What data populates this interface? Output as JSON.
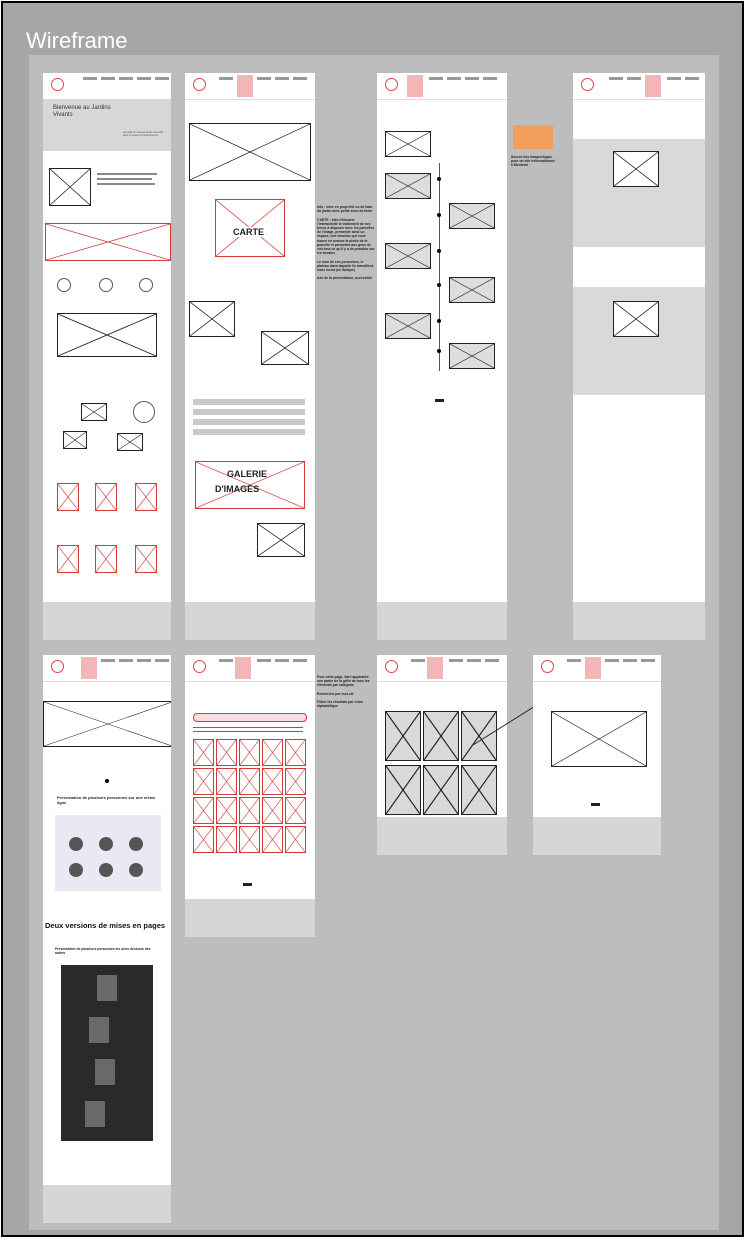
{
  "page": {
    "title": "Wireframe"
  },
  "boards": {
    "home": {
      "hero_title": "Bienvenue au Jardins Vivants",
      "hero_text": "Accueillir un nouveau jardin ensemble dans le respect de la biodiversité"
    },
    "carte": {
      "map_label": "CARTE"
    },
    "gallery": {
      "label_line1": "GALERIE",
      "label_line2": "D'IMAGES"
    },
    "profiles": {
      "heading": "Présentation de plusieurs personnes sur une même ligne",
      "section_title": "Deux versions de mises en pages",
      "subheading": "Présentation de plusieurs personnes les unes dessous des autres"
    }
  },
  "notes": {
    "note1": "Info : mise en propriété vu de haut du jardin avec petite zone de texte\n\nCARTE : Idée d'illustrer l'interactivité le traitement de ses terres à disposer avec les parcelles de l'image, présenter ainsi un espace, une fonction qui vous donne en avance la photo de la parcelle et permettra aux gens de voir tout ce qu'il y a de possible sur les terrains\n\nLe nom de ces personnes, le plateau dans laquelle ils travaillent, nous inclut (en italique)\n\nAxe de la présentation, accessible",
    "note2": "Source des images/logos pour un site informationnel à Montréal",
    "note3": "Pour cette page, faire apparaître une partie de la grille de tous les éléments par catégorie\n\nRecherche par mot-clé\n\nFiltrer les résultats par ordre alphabétique"
  },
  "icons": [
    "logo-icon",
    "image-placeholder-icon",
    "more-dots-icon"
  ]
}
